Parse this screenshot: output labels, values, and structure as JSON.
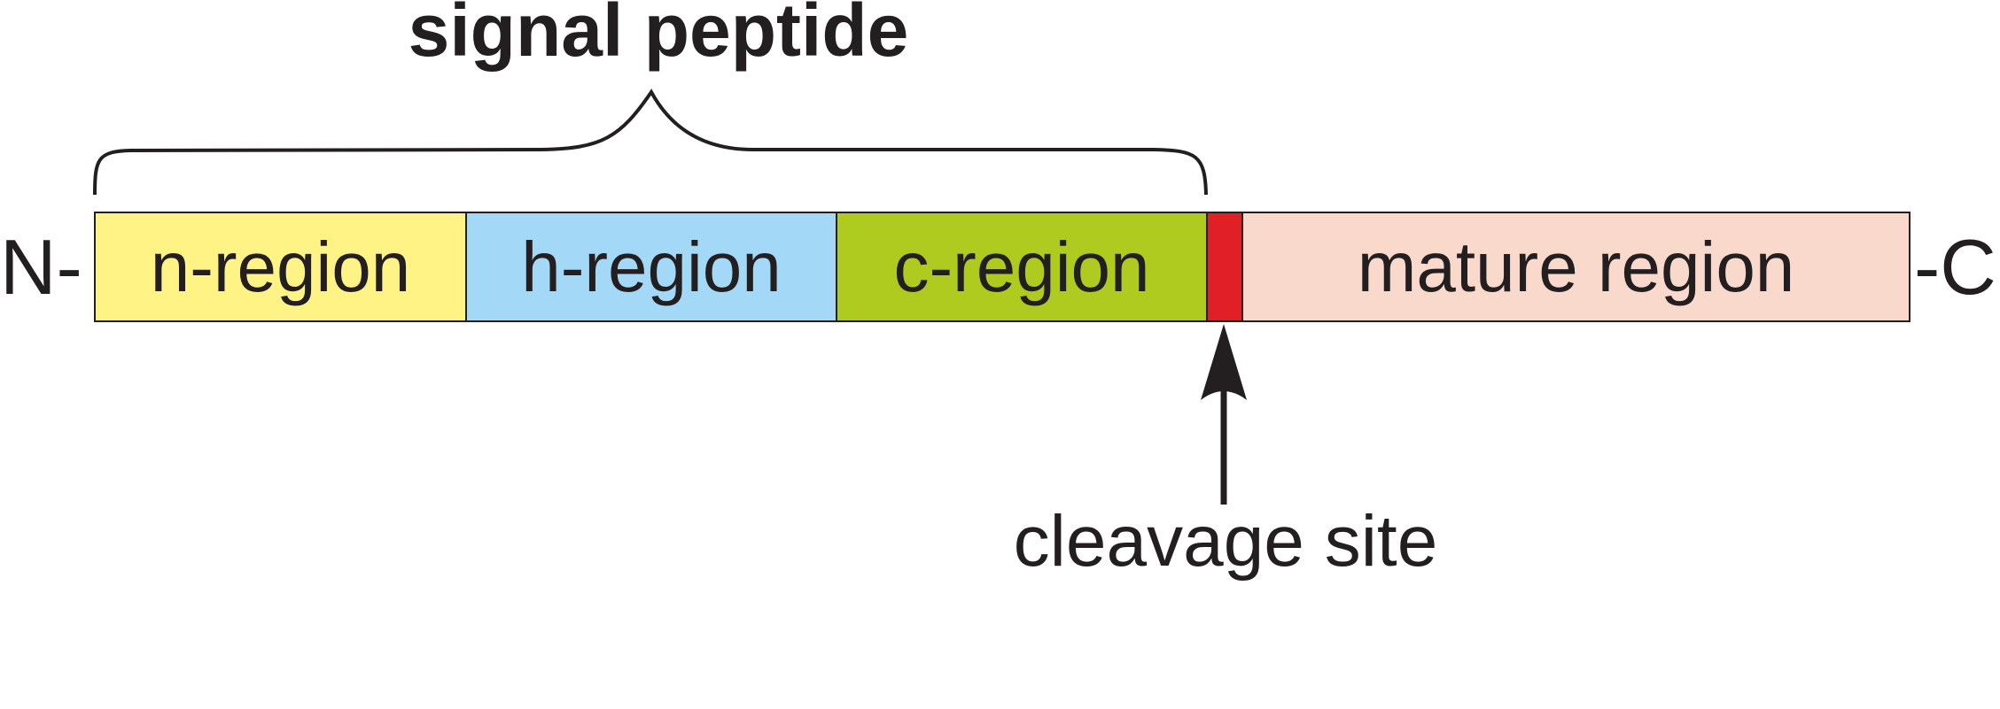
{
  "title": "signal peptide",
  "n_terminus": "N-",
  "c_terminus": "-C",
  "regions": [
    {
      "label": "n-region",
      "color": "#fff385"
    },
    {
      "label": "h-region",
      "color": "#a3d9f7"
    },
    {
      "label": "c-region",
      "color": "#afcb1f"
    },
    {
      "label": "",
      "color": "#e11f26"
    },
    {
      "label": "mature region",
      "color": "#fad9cd"
    }
  ],
  "cleavage_label": "cleavage site",
  "colors": {
    "stroke": "#231f20",
    "background": "#ffffff"
  }
}
